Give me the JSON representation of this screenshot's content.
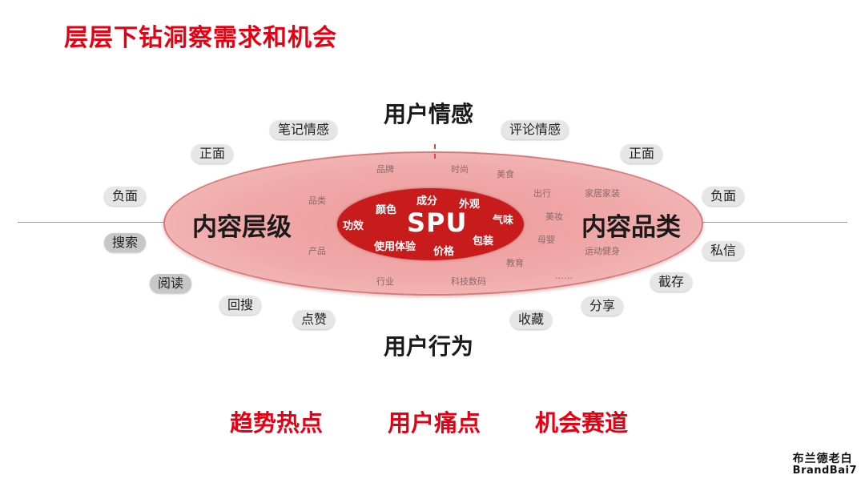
{
  "title": "层层下钻洞察需求和机会",
  "axis": {
    "top": "用户情感",
    "bottom": "用户行为",
    "left": "内容层级",
    "right": "内容品类"
  },
  "center": {
    "label": "SPU",
    "inner_words": [
      "颜色",
      "成分",
      "外观",
      "功效",
      "气味",
      "使用体验",
      "价格",
      "包装"
    ],
    "outer_words_left": [
      "品牌",
      "时尚",
      "美食",
      "品类",
      "产品",
      "行业",
      "科技数码"
    ],
    "outer_words_right": [
      "出行",
      "家居家装",
      "美妆",
      "母婴",
      "运动健身",
      "教育",
      "……"
    ]
  },
  "pills_left": [
    "笔记情感",
    "正面",
    "负面",
    "搜索",
    "阅读",
    "回搜",
    "点赞"
  ],
  "pills_right": [
    "评论情感",
    "正面",
    "负面",
    "私信",
    "截存",
    "分享",
    "收藏"
  ],
  "bottom_items": [
    "趋势热点",
    "用户痛点",
    "机会赛道"
  ],
  "brand": {
    "cn": "布兰德老白",
    "en": "BrandBai7"
  },
  "colors": {
    "accent": "#e60012",
    "inner": "#c81c1c",
    "outer": "#f0aaaa"
  }
}
